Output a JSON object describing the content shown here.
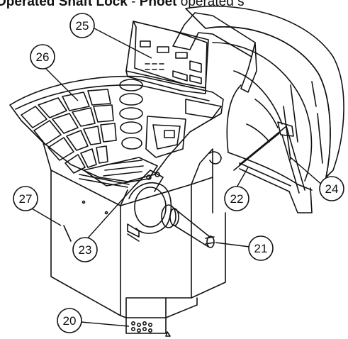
{
  "header": {
    "bold_text": "Operated Shaft Lock",
    "dash": " - ",
    "bold_text_2": "Pnoet",
    "rest_text": " operated s"
  },
  "callouts": [
    {
      "id": "c25",
      "label": "25"
    },
    {
      "id": "c26",
      "label": "26"
    },
    {
      "id": "c27",
      "label": "27"
    },
    {
      "id": "c24",
      "label": "24"
    },
    {
      "id": "c22",
      "label": "22"
    },
    {
      "id": "c23",
      "label": "23"
    },
    {
      "id": "c21",
      "label": "21"
    },
    {
      "id": "c20",
      "label": "20"
    }
  ]
}
